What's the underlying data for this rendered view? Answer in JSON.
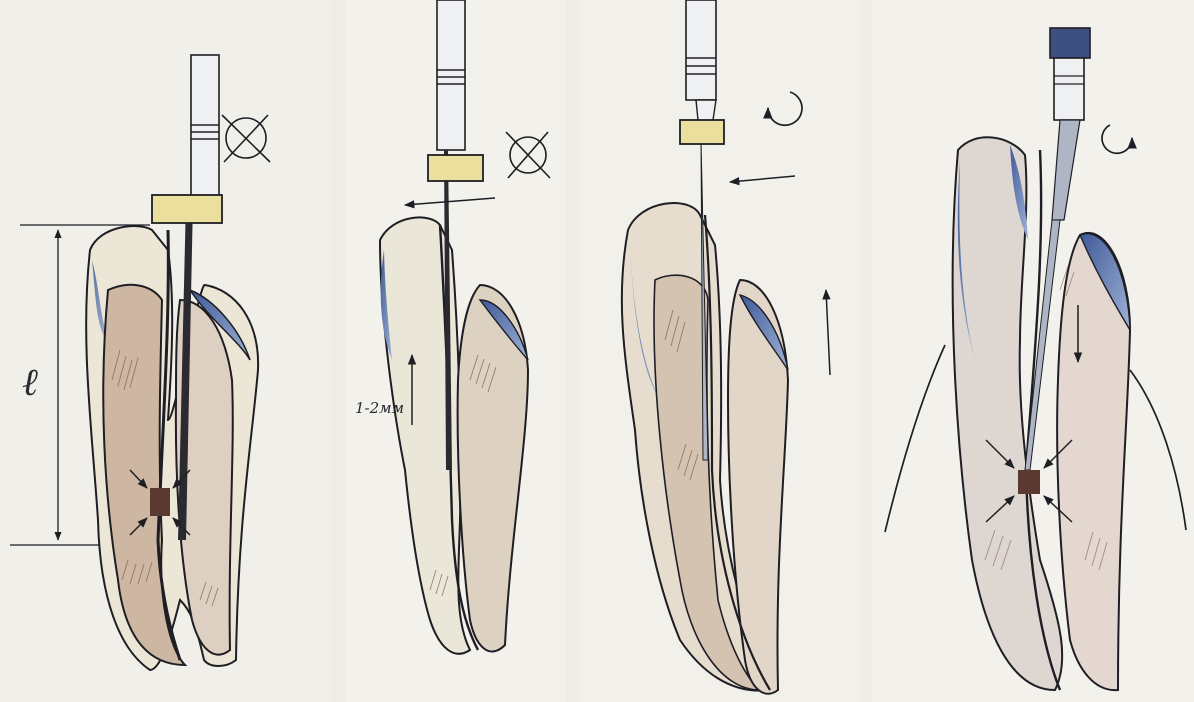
{
  "panels": [
    {
      "id": "1",
      "labels": {
        "length": "ℓ"
      }
    },
    {
      "id": "2",
      "labels": {
        "distance": "1-2мм"
      }
    },
    {
      "id": "3",
      "labels": {}
    },
    {
      "id": "4",
      "labels": {}
    }
  ],
  "colors": {
    "paper": "#f2f0ec",
    "ink": "#1e1e24",
    "enamel_blue": "#4d6aa6",
    "root_brown": "#c9b3a0",
    "root_light": "#e9e3d2",
    "stopper": "#eadf9c",
    "stopper_dark": "#3e4f82"
  },
  "icons": [
    "no-rotation-icon",
    "rotation-icon",
    "arrow-icon",
    "file-icon",
    "rubber-stopper-icon"
  ]
}
